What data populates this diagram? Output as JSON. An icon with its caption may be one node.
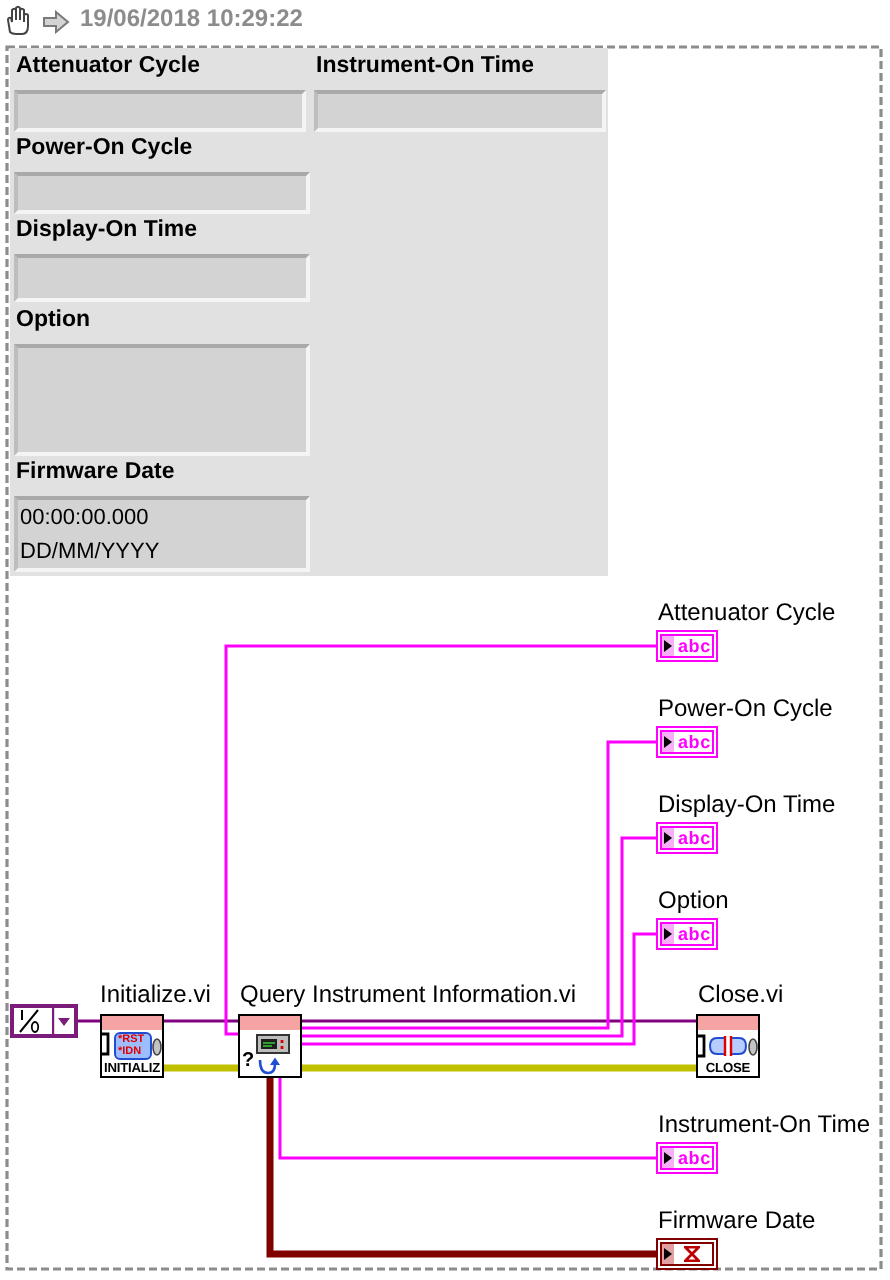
{
  "diagram": {
    "nodes": [
      {
        "text": [],
        "shape": "box"
      },
      {
        "text": [
          "Attenuator Cycle"
        ],
        "in": 0
      },
      {
        "text": [
          "Instrument-On Time"
        ],
        "in": 0
      },
      {
        "text": [
          "Power-On Cycle"
        ],
        "in": 0
      },
      {
        "text": [
          "Display-On Time"
        ],
        "in": 0
      },
      {
        "text": [
          "Option"
        ],
        "in": 0
      },
      {
        "text": [
          "Firmware Date",
          "00:00:00.000 DD/MM/YYYY"
        ],
        "in": 0
      },
      {
        "text": [
          "Attenuator Cycle",
          "abc"
        ]
      },
      {
        "text": [
          "Power-On Cycle",
          "abc"
        ]
      },
      {
        "text": [
          "Display-On Time",
          "abc"
        ]
      },
      {
        "text": [
          "Option",
          "abc"
        ]
      },
      {
        "text": [],
        "shape": "box"
      },
      {
        "text": [
          "Initialize.vi",
          "*RST *IDN",
          "INITIALIZ"
        ]
      },
      {
        "text": [
          "Query Instrument Information.vi",
          "?"
        ]
      },
      {
        "text": [
          "Close.vi",
          "CLOSE"
        ]
      },
      {
        "text": [
          "Instrument-On Time",
          "abc"
        ]
      },
      {
        "text": [
          "Firmware Date"
        ]
      }
    ],
    "edges": [
      {
        "from": 11,
        "to": 12,
        "arrow": "none",
        "color": "#800080"
      },
      {
        "from": 12,
        "to": 13,
        "arrow": "none",
        "color": "#800080"
      },
      {
        "from": 12,
        "to": 13,
        "arrow": "none",
        "style": "thick",
        "color": "#c0c000"
      },
      {
        "from": 13,
        "to": 14,
        "arrow": "none",
        "color": "#800080"
      },
      {
        "from": 13,
        "to": 14,
        "arrow": "none",
        "style": "thick",
        "color": "#c0c000"
      },
      {
        "from": 13,
        "to": 7,
        "arrow": "none"
      },
      {
        "from": 13,
        "to": 8,
        "arrow": "none"
      },
      {
        "from": 13,
        "to": 9,
        "arrow": "none"
      },
      {
        "from": 13,
        "to": 10,
        "arrow": "none"
      },
      {
        "from": 13,
        "to": 15,
        "arrow": "none"
      },
      {
        "from": 13,
        "to": 16,
        "arrow": "none",
        "style": "thick",
        "color": "#800000"
      }
    ],
    "labels": [
      "19/06/2018 10:29:22"
    ]
  }
}
